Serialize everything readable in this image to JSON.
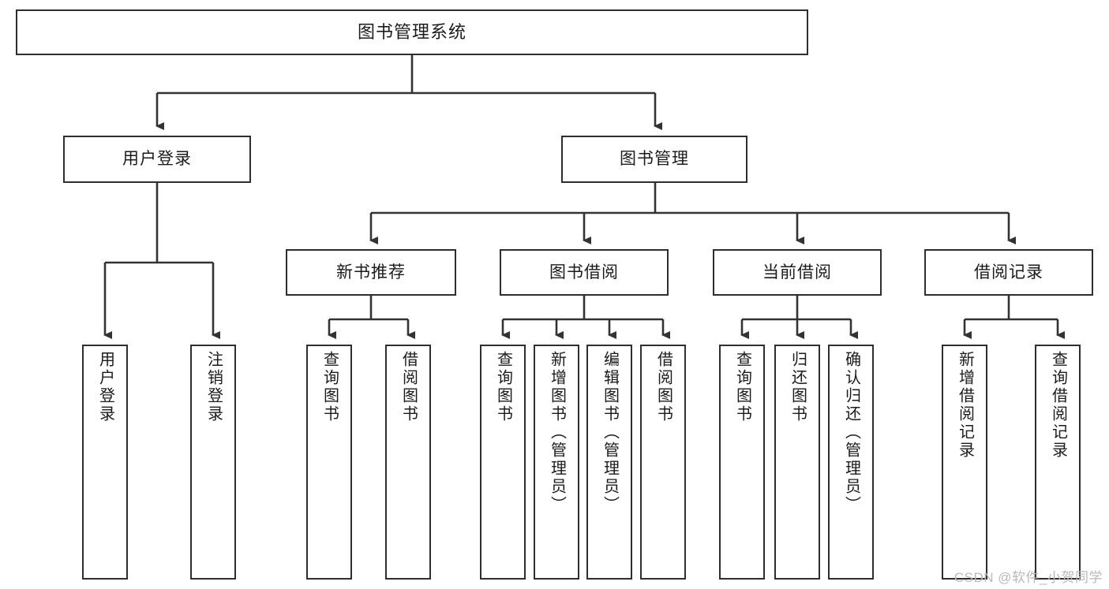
{
  "diagram": {
    "title": "图书管理系统",
    "type": "tree",
    "orientation": "top-down",
    "colors": {
      "box_stroke": "#2e2e2e",
      "box_fill": "#ffffff",
      "edge": "#333333",
      "text": "#1b1b1b",
      "watermark": "#b9b9b9",
      "background": "#ffffff"
    },
    "root": {
      "label": "图书管理系统"
    },
    "level1": [
      {
        "label": "用户登录"
      },
      {
        "label": "图书管理"
      }
    ],
    "level2": [
      {
        "label": "新书推荐"
      },
      {
        "label": "图书借阅"
      },
      {
        "label": "当前借阅"
      },
      {
        "label": "借阅记录"
      }
    ],
    "leaves": {
      "user_login": [
        {
          "label": "用户登录"
        },
        {
          "label": "注销登录"
        }
      ],
      "new_book_recommend": [
        {
          "label": "查询图书"
        },
        {
          "label": "借阅图书"
        }
      ],
      "book_borrow": [
        {
          "label": "查询图书"
        },
        {
          "label": "新增图书（管理员）"
        },
        {
          "label": "编辑图书（管理员）"
        },
        {
          "label": "借阅图书"
        }
      ],
      "current_borrow": [
        {
          "label": "查询图书"
        },
        {
          "label": "归还图书"
        },
        {
          "label": "确认归还（管理员）"
        }
      ],
      "borrow_record": [
        {
          "label": "新增借阅记录"
        },
        {
          "label": "查询借阅记录"
        }
      ]
    }
  },
  "watermark": {
    "text": "CSDN @软件_小贺同学"
  }
}
